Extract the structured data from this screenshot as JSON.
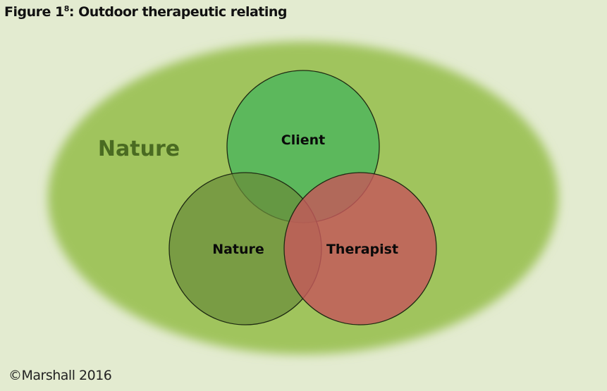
{
  "figure": {
    "title_prefix": "Figure 1",
    "title_superscript": "8",
    "title_suffix": ": Outdoor therapeutic relating",
    "copyright": "©Marshall 2016"
  },
  "diagram": {
    "outer_region": {
      "label": "Nature",
      "fill": "#a0c45d",
      "label_color": "#4a6b22"
    },
    "circles": [
      {
        "id": "client",
        "label": "Client",
        "fill": "#5cb85c"
      },
      {
        "id": "nature",
        "label": "Nature",
        "fill": "#86a85a"
      },
      {
        "id": "therapist",
        "label": "Therapist",
        "fill": "#c46a66"
      }
    ],
    "background": "#e3ebd0",
    "stroke": "#1e2a12"
  }
}
